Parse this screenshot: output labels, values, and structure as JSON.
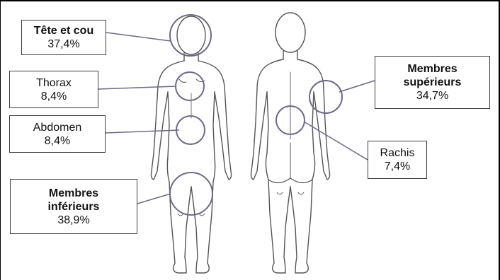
{
  "colors": {
    "callout_circle": "#6b6b88",
    "connector": "#6b6b88",
    "box_border": "#3e3e3e",
    "body_outline": "#555555",
    "frame": "#000000"
  },
  "figures": {
    "front": "front-body-outline",
    "back": "back-body-outline"
  },
  "labels": {
    "tete_cou": {
      "name": "Tête et cou",
      "value": "37,4%"
    },
    "thorax": {
      "name": "Thorax",
      "value": "8,4%"
    },
    "abdomen": {
      "name": "Abdomen",
      "value": "8,4%"
    },
    "membres_inf": {
      "name_line1": "Membres",
      "name_line2": "inférieurs",
      "value": "38,9%"
    },
    "membres_sup": {
      "name_line1": "Membres",
      "name_line2": "supérieurs",
      "value": "34,7%"
    },
    "rachis": {
      "name": "Rachis",
      "value": "7,4%"
    }
  }
}
